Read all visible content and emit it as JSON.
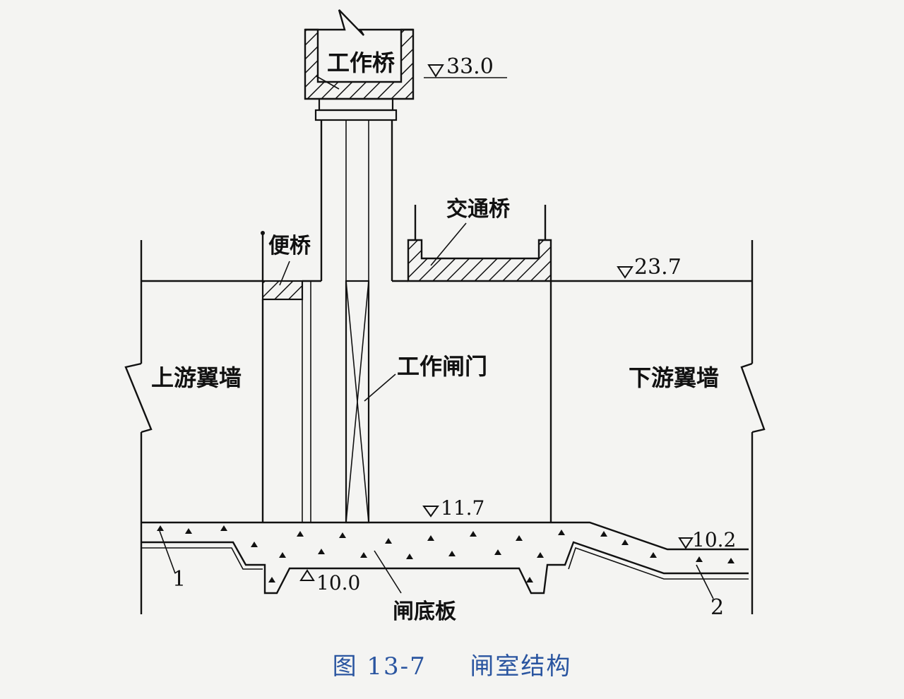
{
  "labels": {
    "work_bridge": "工作桥",
    "traffic_bridge": "交通桥",
    "service_bridge": "便桥",
    "upstream_wall": "上游翼墙",
    "downstream_wall": "下游翼墙",
    "work_gate": "工作闸门",
    "gate_floor": "闸底板",
    "marker_1": "1",
    "marker_2": "2"
  },
  "elevations": {
    "el_33": "33.0",
    "el_237": "23.7",
    "el_117": "11.7",
    "el_100": "10.0",
    "el_102": "10.2"
  },
  "caption": {
    "figure_number": "图 13-7",
    "title": "闸室结构"
  },
  "colors": {
    "ink": "#111111",
    "caption": "#2a55a0",
    "paper": "#f4f4f2"
  }
}
